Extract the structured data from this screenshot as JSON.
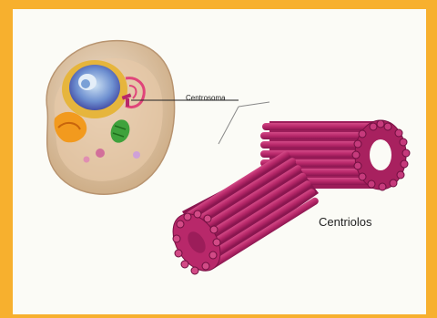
{
  "labels": {
    "centrosome": "Centrosoma",
    "centrioles": "Centriolos"
  },
  "colors": {
    "border": "#f7b02e",
    "background": "#fbfbf6",
    "centriole": "#b8286a",
    "centriole_dark": "#7a1145",
    "cell_membrane": "#d8b792",
    "cytoplasm": "#e9d8c4"
  },
  "structure": {
    "microtubule_triplets": 9
  }
}
